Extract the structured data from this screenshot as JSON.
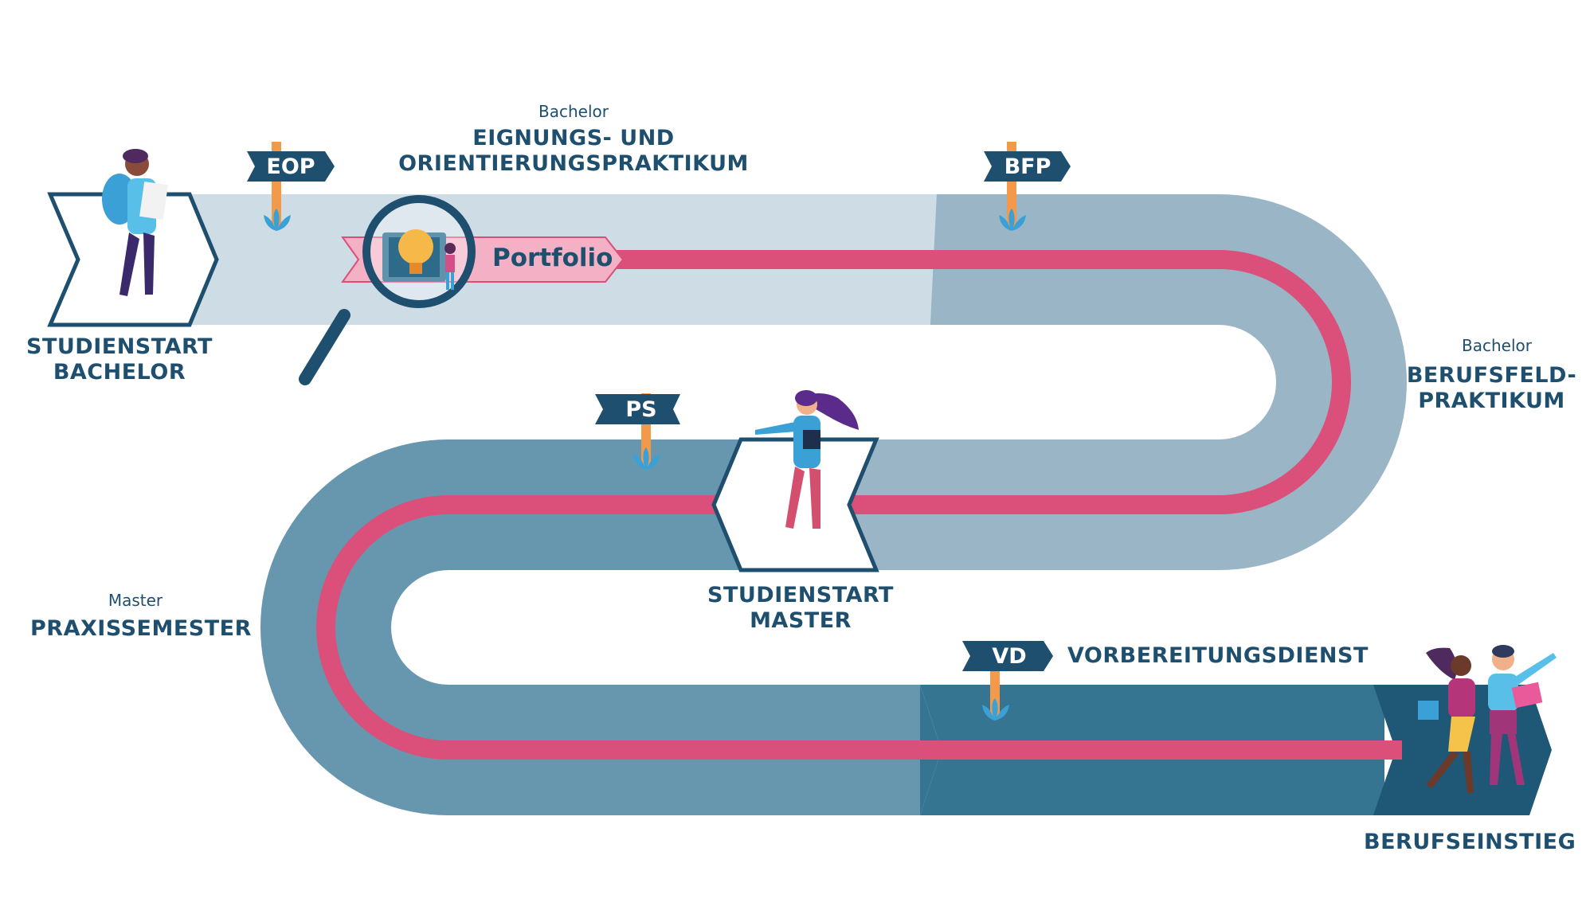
{
  "stages": {
    "studienstart_bachelor": {
      "line1": "STUDIENSTART",
      "line2": "BACHELOR"
    },
    "eop": {
      "abbr": "EOP",
      "level": "Bachelor",
      "line1": "EIGNUNGS- UND",
      "line2": "ORIENTIERUNGSPRAKTIKUM"
    },
    "bfp": {
      "abbr": "BFP",
      "level": "Bachelor",
      "line1": "BERUFSFELD-",
      "line2": "PRAKTIKUM"
    },
    "ps": {
      "abbr": "PS",
      "level": "Master",
      "line1": "PRAXISSEMESTER"
    },
    "studienstart_master": {
      "line1": "STUDIENSTART",
      "line2": "MASTER"
    },
    "vd": {
      "abbr": "VD",
      "label": "VORBEREITUNGSDIENST"
    },
    "berufseinstieg": {
      "label": "BERUFSEINSTIEG"
    }
  },
  "portfolio": {
    "label": "Portfolio"
  },
  "colors": {
    "road_light": "#cddce5",
    "road_mid": "#9ab6c6",
    "road_dark": "#6797ae",
    "road_darkest": "#357591",
    "end_arrow": "#1f5776",
    "portfolio_line": "#da507a",
    "portfolio_tag": "#f4b0c4",
    "sign": "#1e4f6e",
    "post": "#f39a4a",
    "grass": "#3aa0d6",
    "text": "#1e4f6e"
  }
}
